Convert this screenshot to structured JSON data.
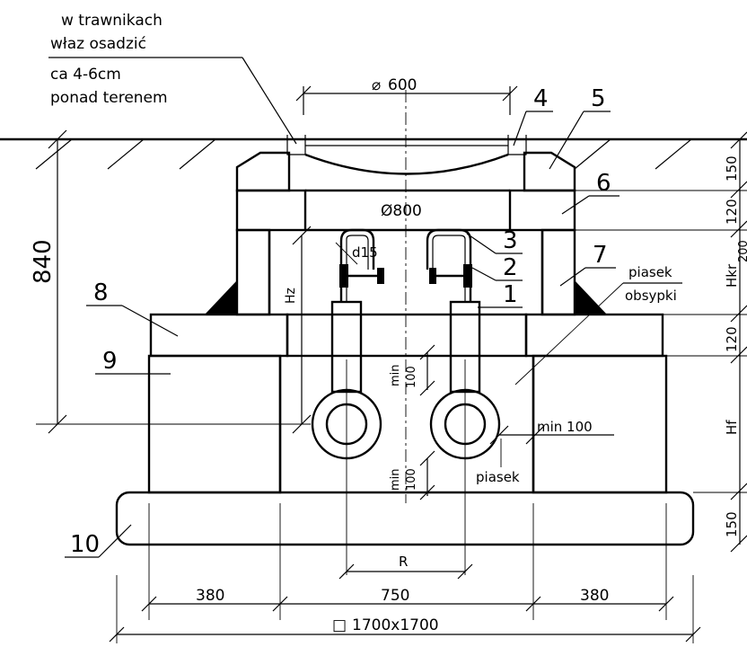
{
  "notes": {
    "lawn_line1": "w trawnikach",
    "lawn_line2": "właz osadzić",
    "lawn_line3": "ca 4-6cm",
    "lawn_line4": "ponad terenem"
  },
  "labels": {
    "n1": "1",
    "n2": "2",
    "n3": "3",
    "n4": "4",
    "n5": "5",
    "n6": "6",
    "n7": "7",
    "n8": "8",
    "n9": "9",
    "n10": "10"
  },
  "dims": {
    "d600": "600",
    "d800": "Ø800",
    "d15": "d15",
    "hz": "Hz",
    "h840": "840",
    "min100_a": "min",
    "min100_a2": "100",
    "min100_b": "min",
    "min100_b2": "100",
    "min100_c": "min 100",
    "piasek": "piasek",
    "piasek_obs1": "piasek",
    "piasek_obs2": "obsypki",
    "r": "R",
    "w380_left": "380",
    "w750": "750",
    "w380_right": "380",
    "base": "1700x1700",
    "r150_top": "150",
    "r120_a": "120",
    "r200": "200",
    "hkr": "Hkr",
    "r120_b": "120",
    "hf": "Hf",
    "r150_bottom": "150"
  },
  "symbols": {
    "diameter": "⌀",
    "square": "□"
  }
}
